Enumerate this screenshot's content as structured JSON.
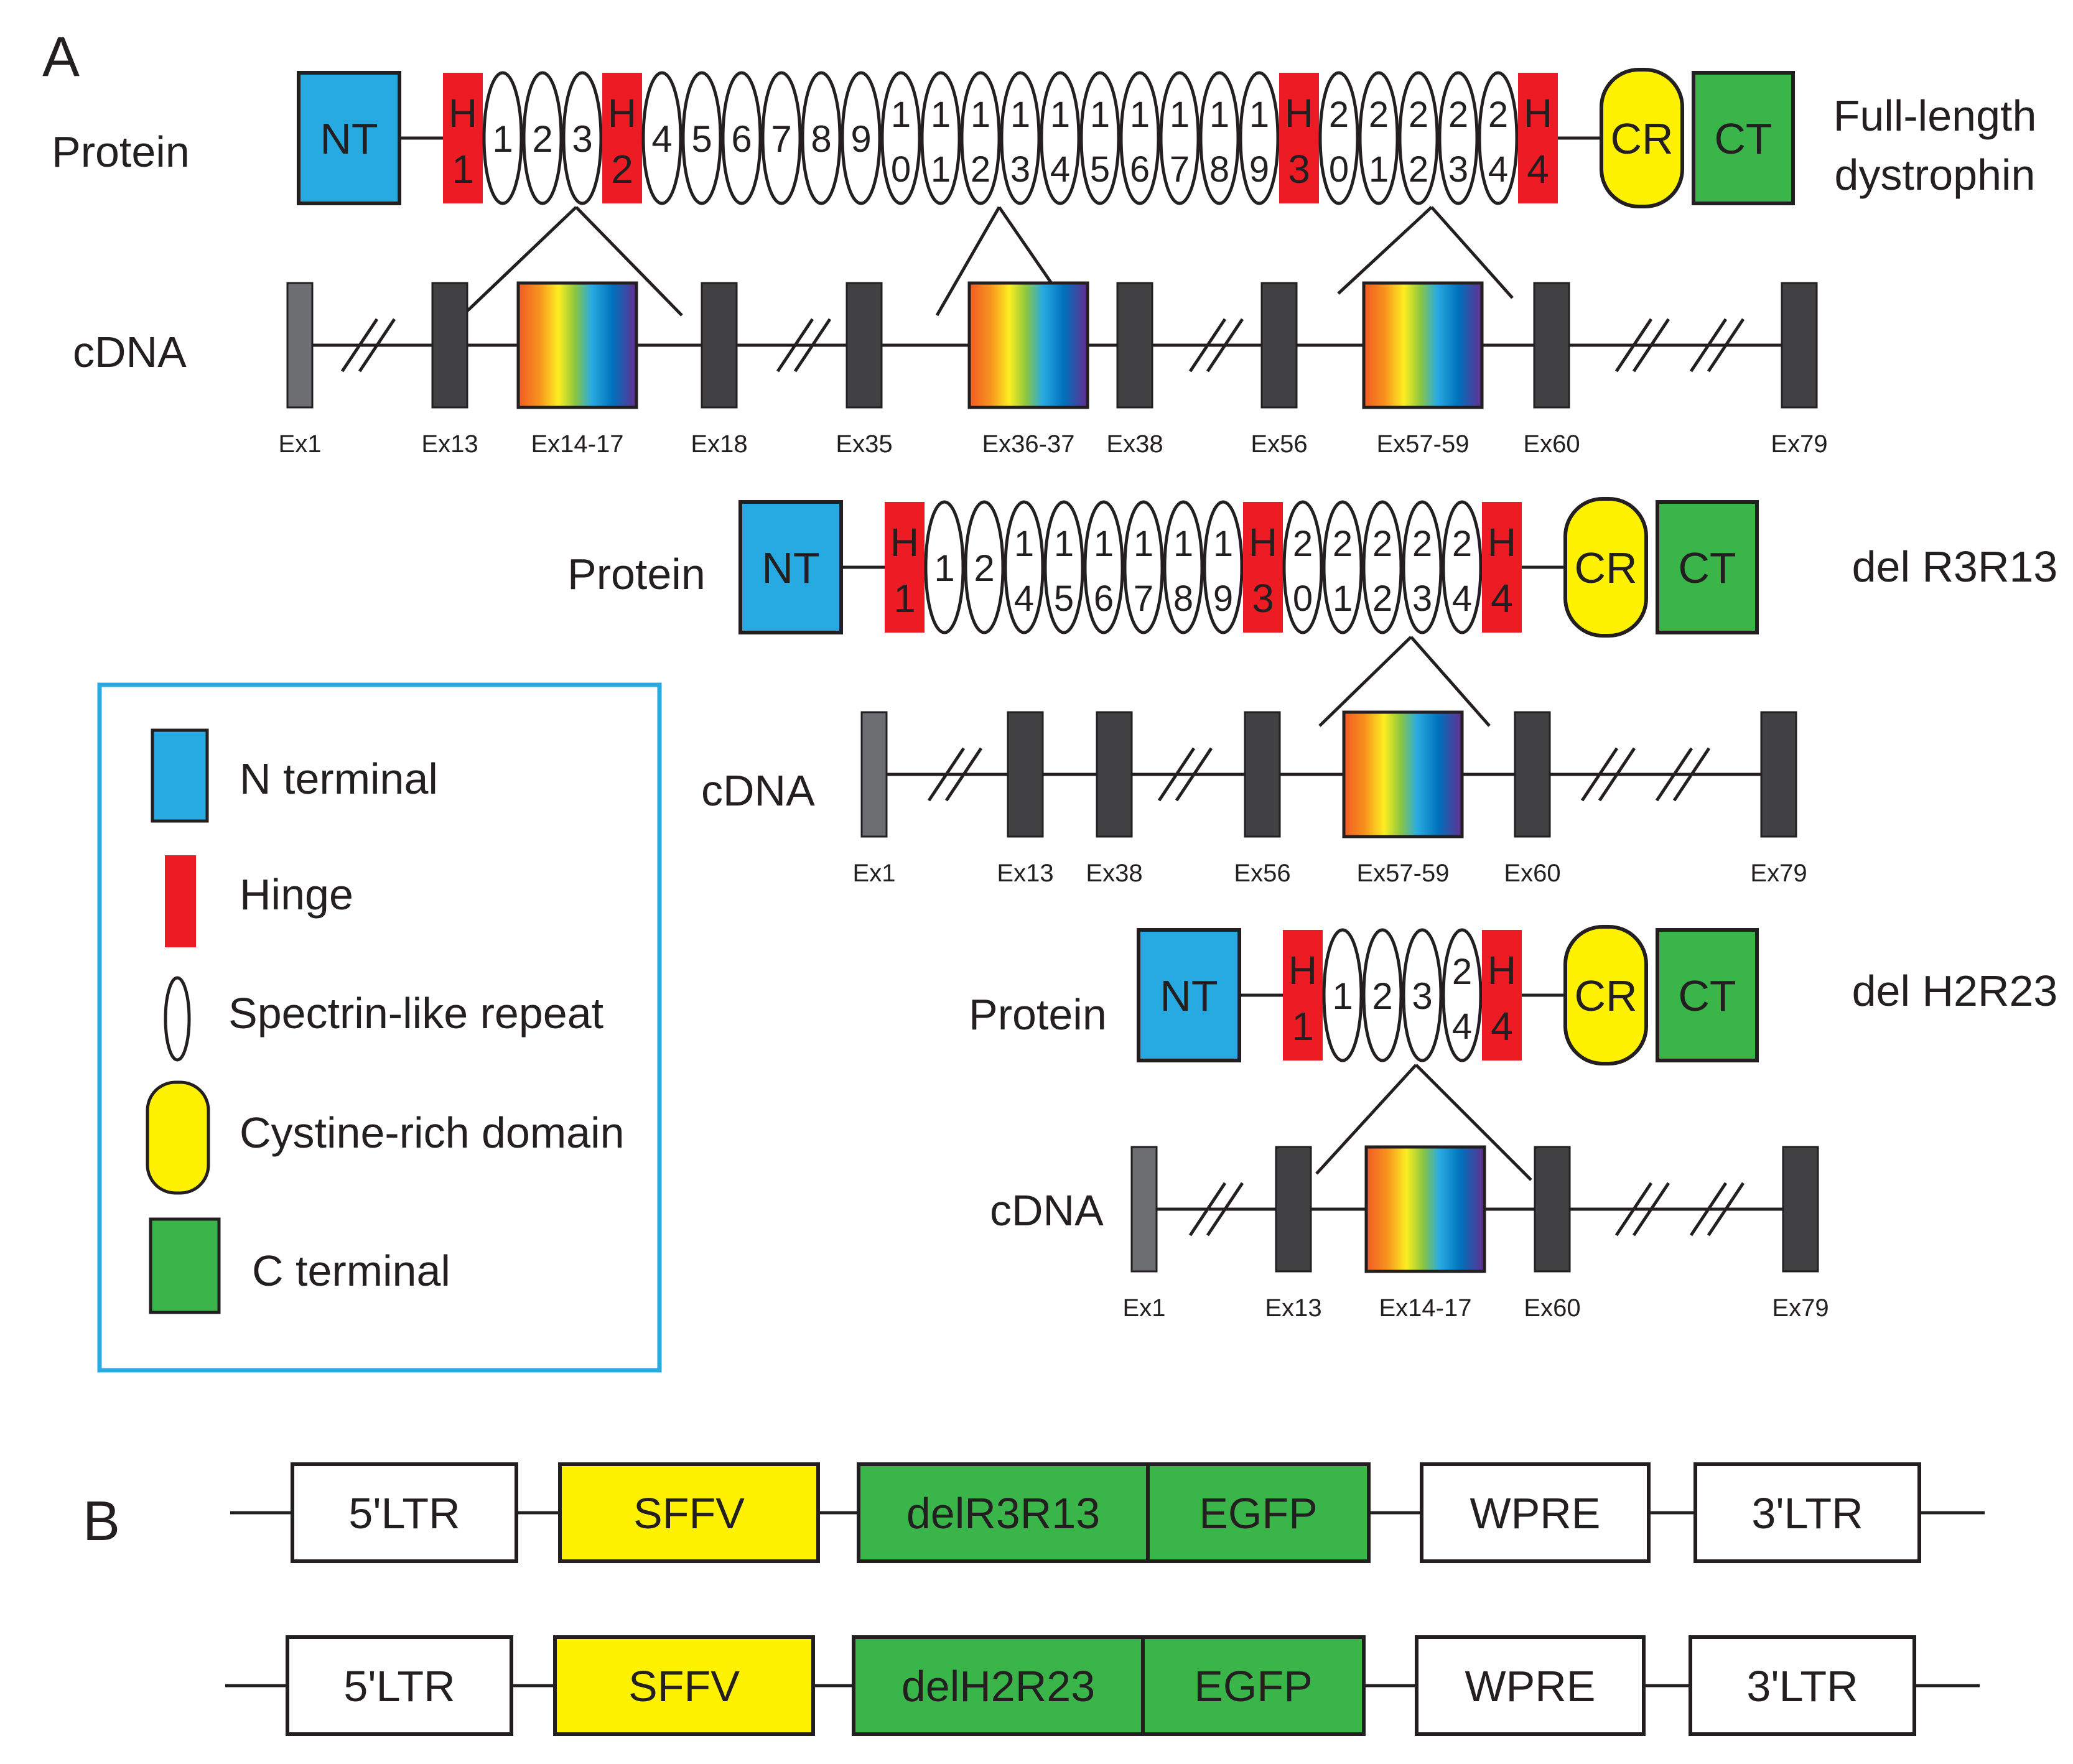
{
  "panels": {
    "a": "A",
    "b": "B"
  },
  "labels": {
    "protein": "Protein",
    "cdna": "cDNA"
  },
  "constructs": {
    "full": {
      "name_lines": [
        "Full-length",
        "dystrophin"
      ],
      "protein": [
        "NT",
        "H1",
        "1",
        "2",
        "3",
        "H2",
        "4",
        "5",
        "6",
        "7",
        "8",
        "9",
        "10",
        "11",
        "12",
        "13",
        "14",
        "15",
        "16",
        "17",
        "18",
        "19",
        "H3",
        "20",
        "21",
        "22",
        "23",
        "24",
        "H4",
        "CR",
        "CT"
      ],
      "cdna": [
        "Ex1",
        "Ex13",
        "Ex14-17",
        "Ex18",
        "Ex35",
        "Ex36-37",
        "Ex38",
        "Ex56",
        "Ex57-59",
        "Ex60",
        "Ex79"
      ]
    },
    "r3r13": {
      "name": "del R3R13",
      "protein": [
        "NT",
        "H1",
        "1",
        "2",
        "14",
        "15",
        "16",
        "17",
        "18",
        "19",
        "H3",
        "20",
        "21",
        "22",
        "23",
        "24",
        "H4",
        "CR",
        "CT"
      ],
      "cdna": [
        "Ex1",
        "Ex13",
        "Ex38",
        "Ex56",
        "Ex57-59",
        "Ex60",
        "Ex79"
      ]
    },
    "h2r23": {
      "name": "del H2R23",
      "protein": [
        "NT",
        "H1",
        "1",
        "2",
        "3",
        "24",
        "H4",
        "CR",
        "CT"
      ],
      "cdna": [
        "Ex1",
        "Ex13",
        "Ex14-17",
        "Ex60",
        "Ex79"
      ]
    }
  },
  "legend": {
    "items": [
      "N terminal",
      "Hinge",
      "Spectrin-like repeat",
      "Cystine-rich domain",
      "C terminal"
    ],
    "border_color": "#29abe2"
  },
  "vectors": [
    [
      "5'LTR",
      "SFFV",
      "delR3R13",
      "EGFP",
      "WPRE",
      "3'LTR"
    ],
    [
      "5'LTR",
      "SFFV",
      "delH2R23",
      "EGFP",
      "WPRE",
      "3'LTR"
    ]
  ],
  "colors": {
    "nt": "#27aae1",
    "hinge": "#ed1c24",
    "cr": "#fff200",
    "ct": "#39b54a",
    "exon": "#414042",
    "exon_first": "#6d6e71",
    "line": "#231f20"
  }
}
